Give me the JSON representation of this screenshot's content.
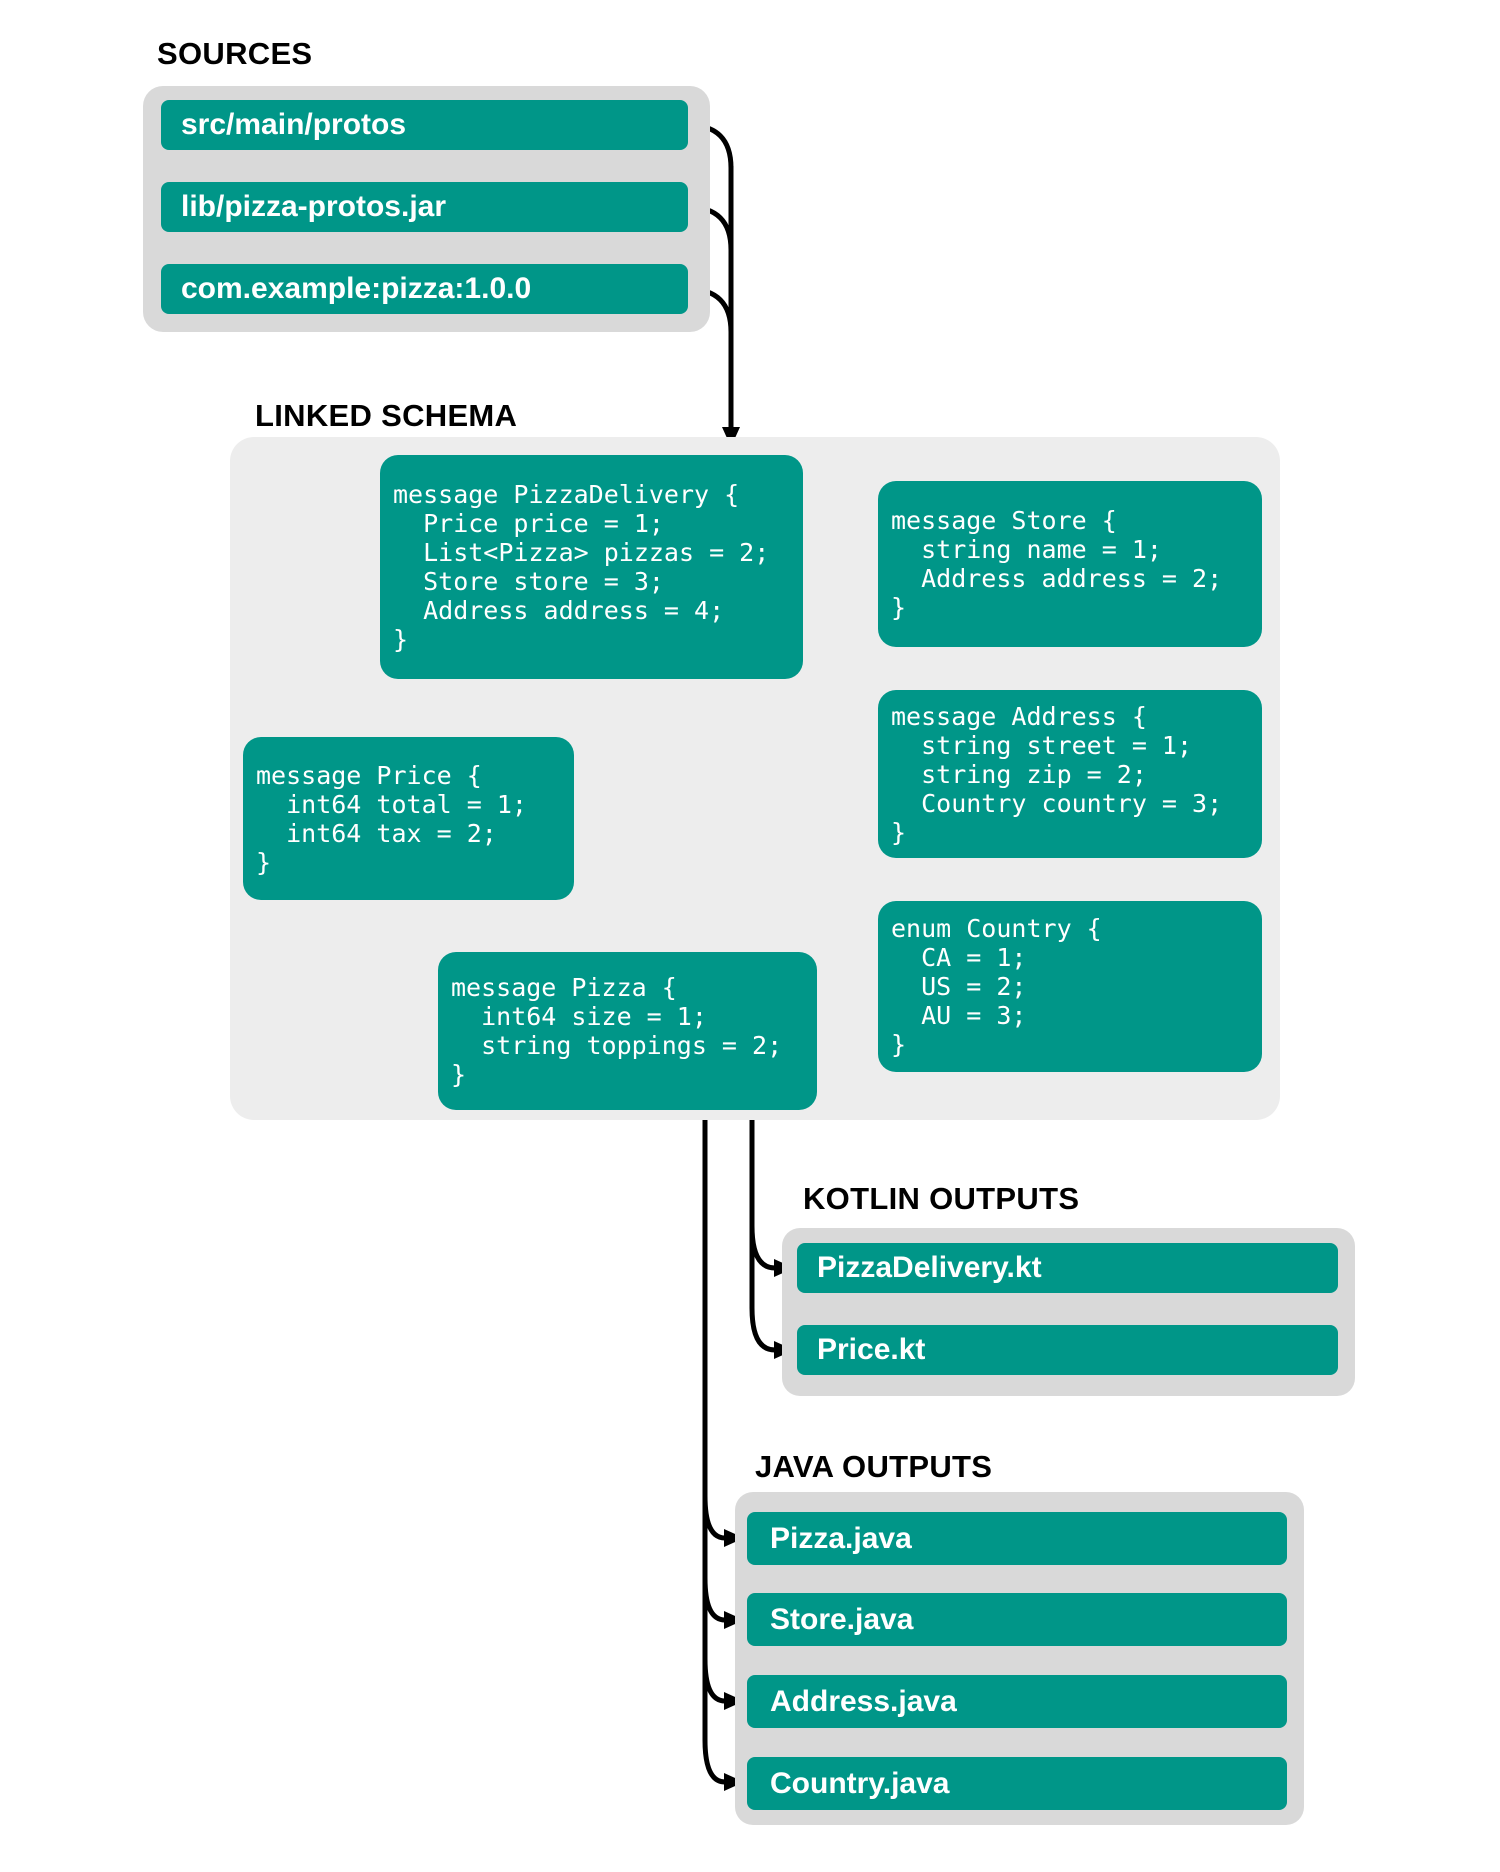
{
  "sources": {
    "title": "SOURCES",
    "items": [
      "src/main/protos",
      "lib/pizza-protos.jar",
      "com.example:pizza:1.0.0"
    ]
  },
  "linked_schema": {
    "title": "LINKED SCHEMA",
    "nodes": {
      "pizza_delivery": {
        "lines": [
          "message PizzaDelivery {",
          "  Price price = 1;",
          "  List<Pizza> pizzas = 2;",
          "  Store store = 3;",
          "  Address address = 4;",
          "}"
        ]
      },
      "store": {
        "lines": [
          "message Store {",
          "  string name = 1;",
          "  Address address = 2;",
          "}"
        ]
      },
      "price": {
        "lines": [
          "message Price {",
          "  int64 total = 1;",
          "  int64 tax = 2;",
          "}"
        ]
      },
      "address": {
        "lines": [
          "message Address {",
          "  string street = 1;",
          "  string zip = 2;",
          "  Country country = 3;",
          "}"
        ]
      },
      "pizza": {
        "lines": [
          "message Pizza {",
          "  int64 size = 1;",
          "  string toppings = 2;",
          "}"
        ]
      },
      "country": {
        "lines": [
          "enum Country {",
          "  CA = 1;",
          "  US = 2;",
          "  AU = 3;",
          "}"
        ]
      }
    }
  },
  "kotlin_outputs": {
    "title": "KOTLIN OUTPUTS",
    "items": [
      "PizzaDelivery.kt",
      "Price.kt"
    ]
  },
  "java_outputs": {
    "title": "JAVA OUTPUTS",
    "items": [
      "Pizza.java",
      "Store.java",
      "Address.java",
      "Country.java"
    ]
  },
  "connections": [
    {
      "from": "sources",
      "to": "linked-schema"
    },
    {
      "from": "PizzaDelivery",
      "to": "Store"
    },
    {
      "from": "PizzaDelivery",
      "to": "Address"
    },
    {
      "from": "PizzaDelivery",
      "to": "Price"
    },
    {
      "from": "PizzaDelivery",
      "to": "Pizza"
    },
    {
      "from": "Store",
      "to": "Address"
    },
    {
      "from": "Address",
      "to": "Country"
    },
    {
      "from": "linked-schema",
      "to": "PizzaDelivery.kt"
    },
    {
      "from": "linked-schema",
      "to": "Price.kt"
    },
    {
      "from": "linked-schema",
      "to": "Pizza.java"
    },
    {
      "from": "linked-schema",
      "to": "Store.java"
    },
    {
      "from": "linked-schema",
      "to": "Address.java"
    },
    {
      "from": "linked-schema",
      "to": "Country.java"
    }
  ],
  "colors": {
    "teal": "#009688",
    "panel_gray": "#d9d9d9",
    "schema_gray": "#ededed",
    "arrow_black": "#000000",
    "label_text": "#ffffff",
    "title_text": "#000000"
  }
}
